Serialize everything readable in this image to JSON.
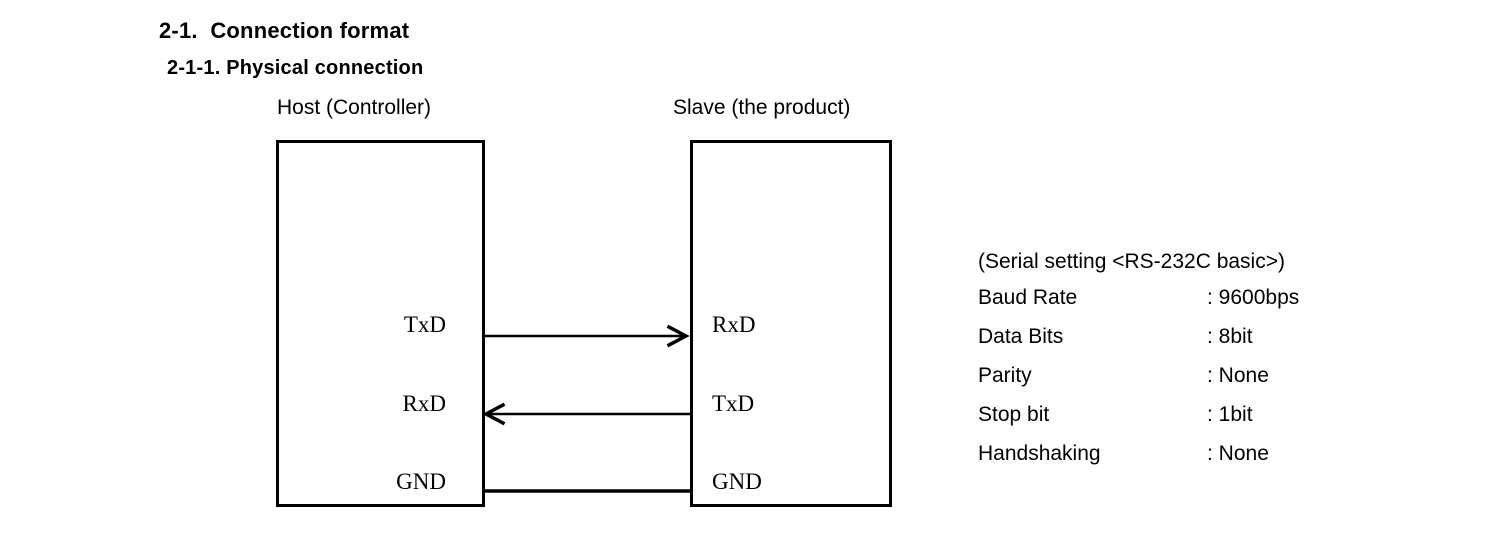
{
  "headings": {
    "section": "2-1.  Connection format",
    "subsection": "2-1-1. Physical connection"
  },
  "diagram": {
    "host": {
      "caption": "Host (Controller)",
      "pins": [
        {
          "label": "TxD"
        },
        {
          "label": "RxD"
        },
        {
          "label": "GND"
        }
      ]
    },
    "slave": {
      "caption": "Slave (the product)",
      "pins": [
        {
          "label": "RxD"
        },
        {
          "label": "TxD"
        },
        {
          "label": "GND"
        }
      ]
    },
    "connections": [
      {
        "name": "host-txd-to-slave-rxd",
        "direction": "right"
      },
      {
        "name": "slave-txd-to-host-rxd",
        "direction": "left"
      },
      {
        "name": "gnd-to-gnd",
        "direction": "none"
      }
    ],
    "line_color": "#000000"
  },
  "settings": {
    "title": "(Serial setting <RS-232C basic>)",
    "rows": [
      {
        "label": "Baud Rate",
        "value": ": 9600bps"
      },
      {
        "label": "Data Bits",
        "value": ": 8bit"
      },
      {
        "label": "Parity",
        "value": ": None"
      },
      {
        "label": "Stop bit",
        "value": ": 1bit"
      },
      {
        "label": "Handshaking",
        "value": ": None"
      }
    ]
  }
}
